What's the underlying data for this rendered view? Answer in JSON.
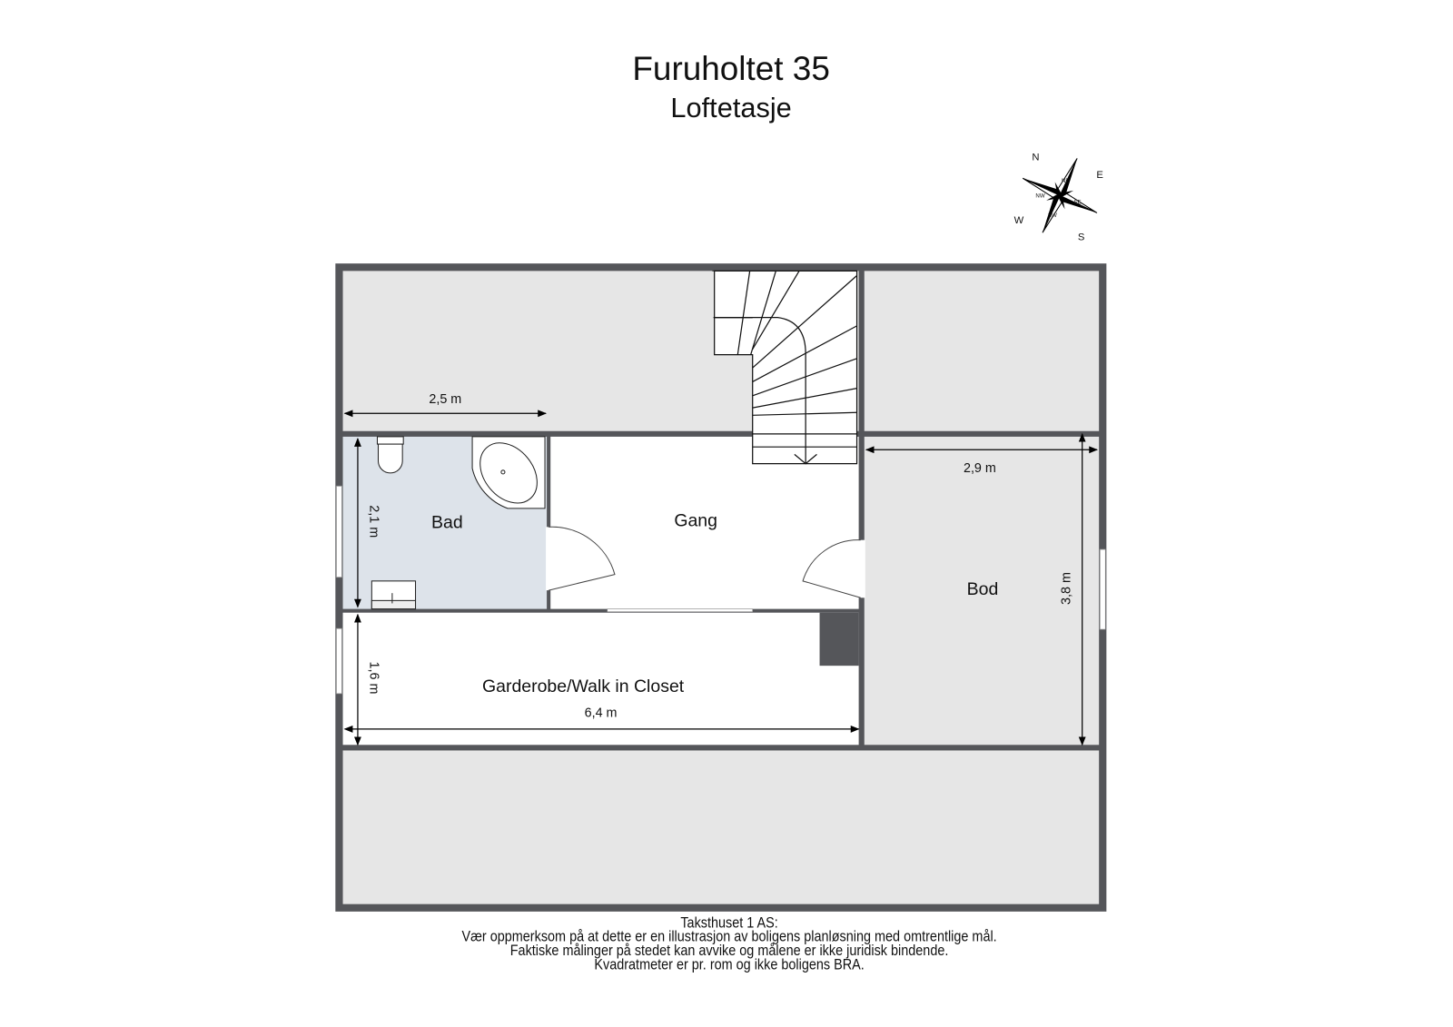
{
  "header": {
    "title": "Furuholtet 35",
    "subtitle": "Loftetasje"
  },
  "compass": {
    "n": "N",
    "e": "E",
    "s": "S",
    "w": "W",
    "ne": "NE",
    "nw": "NW",
    "se": "SE",
    "sw": "SW"
  },
  "rooms": {
    "bad": "Bad",
    "gang": "Gang",
    "bod": "Bod",
    "garderobe": "Garderobe/Walk in Closet"
  },
  "dimensions": {
    "attic_width": "2,5 m",
    "bad_height": "2,1 m",
    "bod_width": "2,9 m",
    "bod_height": "3,8 m",
    "closet_height": "1,6 m",
    "closet_width": "6,4 m"
  },
  "colors": {
    "wall": "#55565a",
    "attic": "#e6e6e6",
    "bathroom": "#dde3ea",
    "room": "#ffffff"
  },
  "footer": {
    "company": "Taksthuset 1 AS:",
    "line1": "Vær oppmerksom på at dette er en illustrasjon av boligens planløsning med omtrentlige mål.",
    "line2": "Faktiske målinger på stedet kan avvike og målene er ikke juridisk bindende.",
    "line3": "Kvadratmeter er pr. rom og ikke boligens BRA."
  }
}
